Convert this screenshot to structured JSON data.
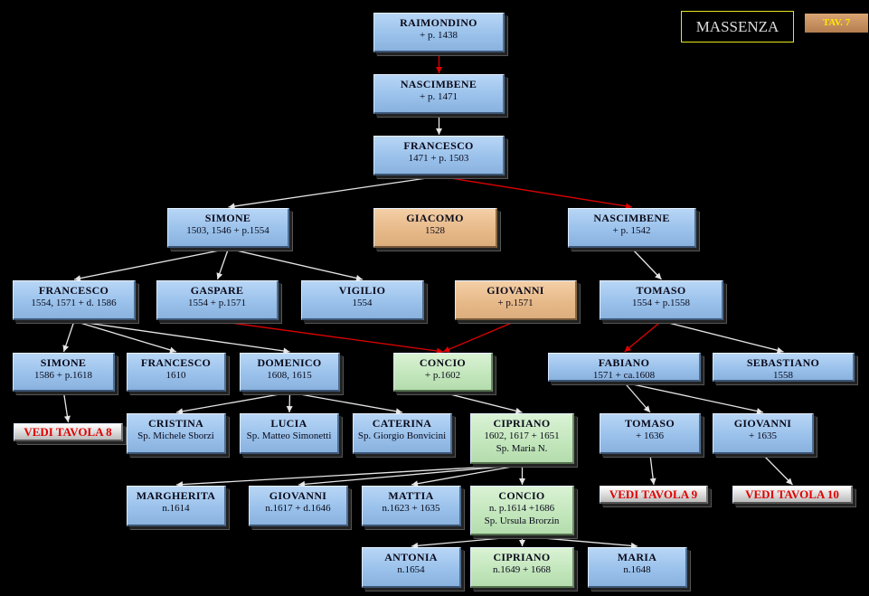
{
  "header": {
    "title": "MASSENZA",
    "table_label": "TAV. 7"
  },
  "colors": {
    "blue": "#9cc4ec",
    "tan": "#e6b888",
    "green": "#c2e6bb",
    "red_line": "#e00000",
    "white_line": "#e6e6e6"
  },
  "nodes": [
    {
      "id": "raimondino",
      "style": "blue",
      "name": "RAIMONDINO",
      "lines": [
        "+ p. 1438"
      ]
    },
    {
      "id": "nascimbene1",
      "style": "blue",
      "name": "NASCIMBENE",
      "lines": [
        "+ p. 1471"
      ]
    },
    {
      "id": "francesco1",
      "style": "blue",
      "name": "FRANCESCO",
      "lines": [
        "1471  + p. 1503"
      ]
    },
    {
      "id": "simone1",
      "style": "blue",
      "name": "SIMONE",
      "lines": [
        "1503, 1546 + p.1554"
      ]
    },
    {
      "id": "giacomo",
      "style": "tan",
      "name": "GIACOMO",
      "lines": [
        "1528"
      ]
    },
    {
      "id": "nascimbene2",
      "style": "blue",
      "name": "NASCIMBENE",
      "lines": [
        "+ p. 1542"
      ]
    },
    {
      "id": "francesco2",
      "style": "blue",
      "name": "FRANCESCO",
      "lines": [
        "1554, 1571 + d. 1586"
      ]
    },
    {
      "id": "gaspare",
      "style": "blue",
      "name": "GASPARE",
      "lines": [
        "1554 + p.1571"
      ]
    },
    {
      "id": "vigilio",
      "style": "blue",
      "name": "VIGILIO",
      "lines": [
        "1554"
      ]
    },
    {
      "id": "giovanni1",
      "style": "tan",
      "name": "GIOVANNI",
      "lines": [
        "+ p.1571"
      ]
    },
    {
      "id": "tomaso1",
      "style": "blue",
      "name": "TOMASO",
      "lines": [
        "1554 + p.1558"
      ]
    },
    {
      "id": "simone2",
      "style": "blue",
      "name": "SIMONE",
      "lines": [
        "1586 + p.1618"
      ]
    },
    {
      "id": "francesco3",
      "style": "blue",
      "name": "FRANCESCO",
      "lines": [
        "1610"
      ]
    },
    {
      "id": "domenico",
      "style": "blue",
      "name": "DOMENICO",
      "lines": [
        "1608, 1615"
      ]
    },
    {
      "id": "concio1",
      "style": "green",
      "name": "CONCIO",
      "lines": [
        "+ p.1602"
      ]
    },
    {
      "id": "fabiano",
      "style": "blue",
      "name": "FABIANO",
      "lines": [
        "1571 + ca.1608"
      ]
    },
    {
      "id": "sebastiano",
      "style": "blue",
      "name": "SEBASTIANO",
      "lines": [
        "1558"
      ]
    },
    {
      "id": "vedi8",
      "style": "grey",
      "name": "",
      "lines": [
        "VEDI TAVOLA  8"
      ]
    },
    {
      "id": "cristina",
      "style": "blue",
      "name": "CRISTINA",
      "lines": [
        "Sp. Michele Sborzi"
      ]
    },
    {
      "id": "lucia",
      "style": "blue",
      "name": "LUCIA",
      "lines": [
        "Sp. Matteo Simonetti"
      ]
    },
    {
      "id": "caterina",
      "style": "blue",
      "name": "CATERINA",
      "lines": [
        "Sp. Giorgio Bonvicini"
      ]
    },
    {
      "id": "cipriano1",
      "style": "green",
      "name": "CIPRIANO",
      "lines": [
        "1602, 1617 + 1651",
        "Sp. Maria N."
      ]
    },
    {
      "id": "tomaso2",
      "style": "blue",
      "name": "TOMASO",
      "lines": [
        "+ 1636"
      ]
    },
    {
      "id": "giovanni2",
      "style": "blue",
      "name": "GIOVANNI",
      "lines": [
        "+ 1635"
      ]
    },
    {
      "id": "margherita",
      "style": "blue",
      "name": "MARGHERITA",
      "lines": [
        "n.1614"
      ]
    },
    {
      "id": "giovanni3",
      "style": "blue",
      "name": "GIOVANNI",
      "lines": [
        "n.1617 + d.1646"
      ]
    },
    {
      "id": "mattia",
      "style": "blue",
      "name": "MATTIA",
      "lines": [
        "n.1623 + 1635"
      ]
    },
    {
      "id": "concio2",
      "style": "green",
      "name": "CONCIO",
      "lines": [
        "n. p.1614 +1686",
        "Sp. Ursula Brorzin"
      ]
    },
    {
      "id": "vedi9",
      "style": "grey",
      "name": "",
      "lines": [
        "VEDI TAVOLA  9"
      ]
    },
    {
      "id": "vedi10",
      "style": "grey",
      "name": "",
      "lines": [
        "VEDI TAVOLA 10"
      ]
    },
    {
      "id": "antonia",
      "style": "blue",
      "name": "ANTONIA",
      "lines": [
        "n.1654"
      ]
    },
    {
      "id": "cipriano2",
      "style": "green",
      "name": "CIPRIANO",
      "lines": [
        "n.1649 + 1668"
      ]
    },
    {
      "id": "maria",
      "style": "blue",
      "name": "MARIA",
      "lines": [
        "n.1648"
      ]
    }
  ],
  "edges": [
    {
      "from": "raimondino",
      "to": "nascimbene1",
      "color": "red"
    },
    {
      "from": "nascimbene1",
      "to": "francesco1",
      "color": "white"
    },
    {
      "from": "francesco1",
      "to": "simone1",
      "color": "white"
    },
    {
      "from": "francesco1",
      "to": "nascimbene2",
      "color": "red"
    },
    {
      "from": "simone1",
      "to": "francesco2",
      "color": "white"
    },
    {
      "from": "simone1",
      "to": "gaspare",
      "color": "white"
    },
    {
      "from": "simone1",
      "to": "vigilio",
      "color": "white"
    },
    {
      "from": "nascimbene2",
      "to": "tomaso1",
      "color": "white"
    },
    {
      "from": "francesco2",
      "to": "simone2",
      "color": "white"
    },
    {
      "from": "francesco2",
      "to": "francesco3",
      "color": "white"
    },
    {
      "from": "francesco2",
      "to": "domenico",
      "color": "white"
    },
    {
      "from": "gaspare",
      "to": "concio1",
      "color": "red"
    },
    {
      "from": "giovanni1",
      "to": "concio1",
      "color": "red"
    },
    {
      "from": "tomaso1",
      "to": "fabiano",
      "color": "red"
    },
    {
      "from": "tomaso1",
      "to": "sebastiano",
      "color": "white"
    },
    {
      "from": "simone2",
      "to": "vedi8",
      "color": "white"
    },
    {
      "from": "domenico",
      "to": "cristina",
      "color": "white"
    },
    {
      "from": "domenico",
      "to": "lucia",
      "color": "white"
    },
    {
      "from": "domenico",
      "to": "caterina",
      "color": "white"
    },
    {
      "from": "concio1",
      "to": "cipriano1",
      "color": "white"
    },
    {
      "from": "fabiano",
      "to": "tomaso2",
      "color": "white"
    },
    {
      "from": "fabiano",
      "to": "giovanni2",
      "color": "white"
    },
    {
      "from": "cipriano1",
      "to": "margherita",
      "color": "white"
    },
    {
      "from": "cipriano1",
      "to": "giovanni3",
      "color": "white"
    },
    {
      "from": "cipriano1",
      "to": "mattia",
      "color": "white"
    },
    {
      "from": "cipriano1",
      "to": "concio2",
      "color": "white"
    },
    {
      "from": "tomaso2",
      "to": "vedi9",
      "color": "white"
    },
    {
      "from": "giovanni2",
      "to": "vedi10",
      "color": "white"
    },
    {
      "from": "concio2",
      "to": "antonia",
      "color": "white"
    },
    {
      "from": "concio2",
      "to": "cipriano2",
      "color": "white"
    },
    {
      "from": "concio2",
      "to": "maria",
      "color": "white"
    }
  ]
}
